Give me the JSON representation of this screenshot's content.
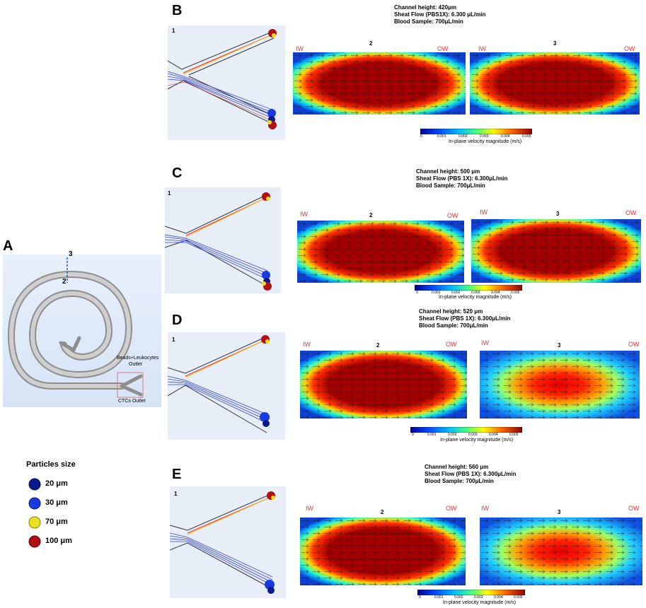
{
  "panels": {
    "A": {
      "letter": "A",
      "marker_top": "3",
      "marker_bottom": "2",
      "outlet_upper": "Beads+Leukocytes",
      "outlet_upper_2": "Outlet",
      "outlet_lower": "CTCs Outlet"
    },
    "B": {
      "letter": "B",
      "channel_height": "Channel height: 420μm",
      "sheat_flow": "Sheat Flow  (PBS1X): 6.300 μL/min",
      "blood_sample": "Blood Sample: 700μL/min"
    },
    "C": {
      "letter": "C",
      "channel_height": "Channel height: 500 μm",
      "sheat_flow": "Sheat Flow (PBS 1X): 6.300μL/min",
      "blood_sample": "Blood Sample: 700μL/min"
    },
    "D": {
      "letter": "D",
      "channel_height": "Channel height: 520 μm",
      "sheat_flow": "Sheat Flow (PBS 1X): 6.300μL/min",
      "blood_sample": "Blood Sample: 700μL/min"
    },
    "E": {
      "letter": "E",
      "channel_height": "Channel height: 560 μm",
      "sheat_flow": "Sheat Flow (PBS 1X): 6.300μL/min",
      "blood_sample": "Blood Sample: 700μL/min"
    }
  },
  "cross_section": {
    "inner_wall": "IW",
    "outer_wall": "OW",
    "section_2": "2",
    "section_3": "3",
    "outlet_view": "1"
  },
  "colorbar": {
    "title": "In-plane velocity magnitude (m/s)",
    "ticks": [
      "0",
      "0.001",
      "0.002",
      "0.003",
      "0.004",
      "0.005"
    ],
    "colors": [
      "#00008f",
      "#0040ff",
      "#00c0ff",
      "#40ff80",
      "#ffff00",
      "#ff6000",
      "#8f0000"
    ]
  },
  "legend": {
    "title": "Particles size",
    "items": [
      {
        "label": "20 μm",
        "color": "#0a1a8a"
      },
      {
        "label": "30 μm",
        "color": "#1a3ae0"
      },
      {
        "label": "70 μm",
        "color": "#e8e020"
      },
      {
        "label": "100 μm",
        "color": "#b01010"
      }
    ]
  }
}
